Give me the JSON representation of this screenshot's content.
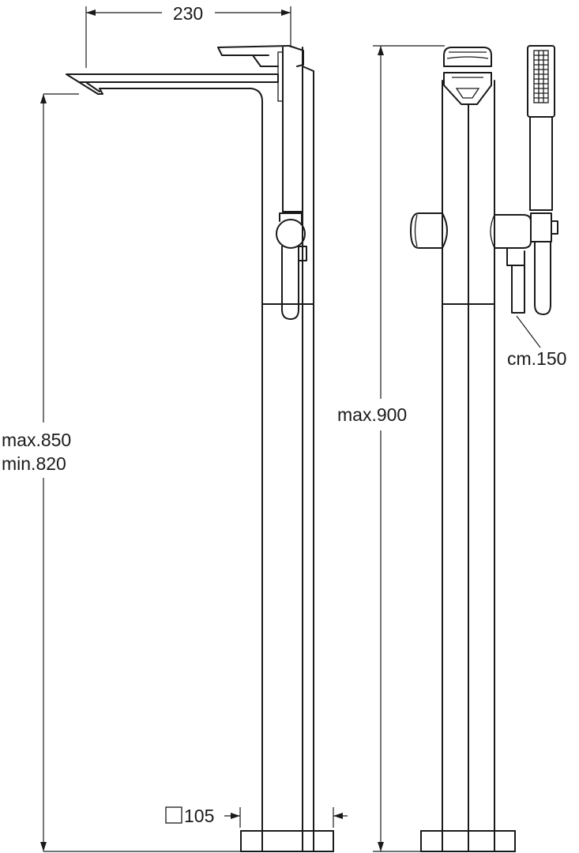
{
  "labels": {
    "width_230": "230",
    "height_max_850": "max.850",
    "height_min_820": "min.820",
    "height_max_900": "max.900",
    "hose_150": "cm.150",
    "base_square_symbol": "□",
    "base_105": "105"
  }
}
